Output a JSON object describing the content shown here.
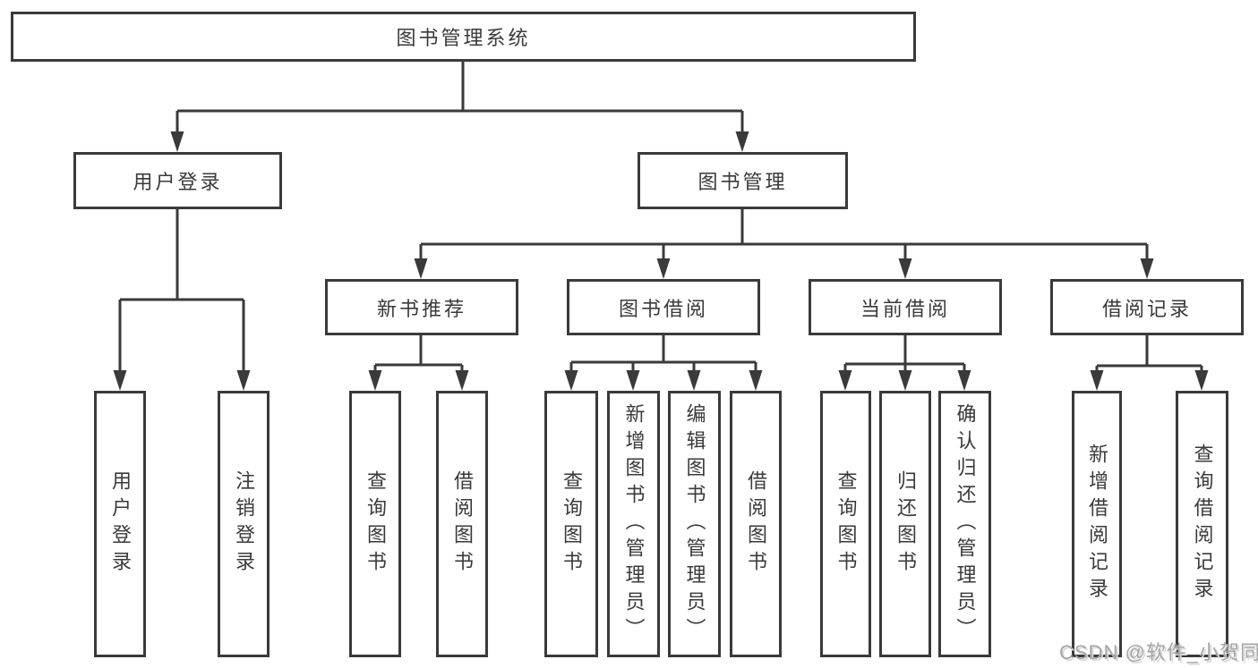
{
  "tree": {
    "label": "图书管理系统",
    "children": [
      {
        "label": "用户登录",
        "children": [
          {
            "label": "用户登录"
          },
          {
            "label": "注销登录"
          }
        ]
      },
      {
        "label": "图书管理",
        "children": [
          {
            "label": "新书推荐",
            "children": [
              {
                "label": "查询图书"
              },
              {
                "label": "借阅图书"
              }
            ]
          },
          {
            "label": "图书借阅",
            "children": [
              {
                "label": "查询图书"
              },
              {
                "label": "新增图书（管理员）"
              },
              {
                "label": "编辑图书（管理员）"
              },
              {
                "label": "借阅图书"
              }
            ]
          },
          {
            "label": "当前借阅",
            "children": [
              {
                "label": "查询图书"
              },
              {
                "label": "归还图书"
              },
              {
                "label": "确认归还（管理员）"
              }
            ]
          },
          {
            "label": "借阅记录",
            "children": [
              {
                "label": "新增借阅记录"
              },
              {
                "label": "查询借阅记录"
              }
            ]
          }
        ]
      }
    ]
  },
  "watermark": {
    "text": "CSDN @软件_小贺同学"
  },
  "style": {
    "line_color": "#3a3a3a",
    "text_color": "#3a3a3a",
    "watermark_color": "#a6a6a6",
    "background": "#ffffff"
  }
}
